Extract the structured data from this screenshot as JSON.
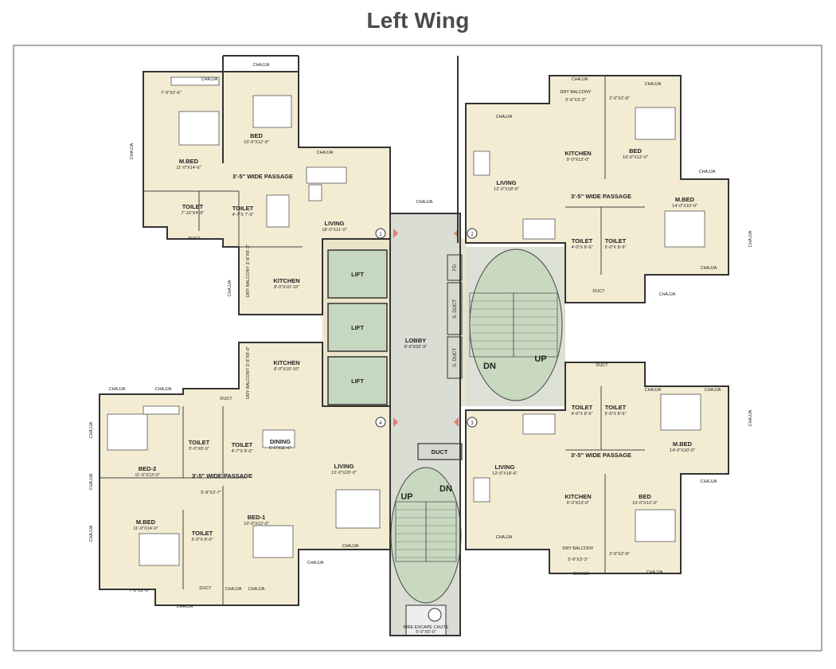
{
  "title": "Left Wing",
  "colors": {
    "floor_warm": "#f3ecd3",
    "floor_lobby": "#d9ddd3",
    "lift": "#c6d8c0",
    "wall": "#333333",
    "title": "#4a4a4a"
  },
  "core": {
    "lifts": [
      "LIFT",
      "LIFT",
      "LIFT"
    ],
    "lobby": {
      "label": "LOBBY",
      "dim": "8'-0\"X32'-9\""
    },
    "shafts": [
      "FD",
      "S. DUCT",
      "S. DUCT"
    ],
    "duct": "DUCT",
    "stair_upper": {
      "dn": "DN",
      "up": "UP"
    },
    "stair_lower": {
      "up": "UP",
      "dn": "DN"
    },
    "fire_chute": {
      "label": "FIRE ESCAPE CHUTE",
      "dim": "5'-0\"X5'-0\""
    },
    "entrances": [
      "1",
      "2",
      "3",
      "4"
    ]
  },
  "flat1": {
    "mbed": {
      "label": "M.BED",
      "dim": "11'-0\"X14'-6\""
    },
    "bed": {
      "label": "BED",
      "dim": "10'-0\"X12'-0\""
    },
    "wardrobe": "7'-0\"X2'-6\"",
    "passage": "3'-5\" WIDE PASSAGE",
    "toilet_a": {
      "label": "TOILET",
      "dim": "7'-10\"X4'-9\""
    },
    "toilet_b": {
      "label": "TOILET",
      "dim": "4'-7\"X 7'-3\""
    },
    "living": {
      "label": "LIVING",
      "dim": "18'-0\"X11'-0\""
    },
    "kitchen": {
      "label": "KITCHEN",
      "dim": "8'-0\"X10'-10\""
    },
    "dry_balcony": "DRY BALCONY 3'-6\"X8'-3\"",
    "chajja": "CHAJJA",
    "duct": "DUCT"
  },
  "flat2": {
    "dry_balcony": "DRY BALCONY",
    "dry_balcony_dim": "5'-6\"X3'-3\"",
    "wardrobe": "2'-6\"X2'-8\"",
    "kitchen": {
      "label": "KITCHEN",
      "dim": "9'-0\"X12'-0\""
    },
    "bed": {
      "label": "BED",
      "dim": "10'-0\"X12'-0\""
    },
    "living": {
      "label": "LIVING",
      "dim": "12'-0\"X18'-6\""
    },
    "passage": "3'-5\" WIDE PASSAGE",
    "mbed": {
      "label": "M.BED",
      "dim": "14'-0\"X10'-0\""
    },
    "toilet_a": {
      "label": "TOILET",
      "dim": "4'-0\"X 8'-6\""
    },
    "toilet_b": {
      "label": "TOILET",
      "dim": "5'-0\"X 8'-6\""
    },
    "duct": "DUCT"
  },
  "flat3": {
    "duct": "DUCT",
    "toilet_a": {
      "label": "TOILET",
      "dim": "4'-0\"X 8'-6\""
    },
    "toilet_b": {
      "label": "TOILET",
      "dim": "5'-0\"X 8'-6\""
    },
    "mbed": {
      "label": "M.BED",
      "dim": "14'-0\"X10'-0\""
    },
    "passage": "3'-5\" WIDE PASSAGE",
    "living": {
      "label": "LIVING",
      "dim": "12'-0\"X18'-6\""
    },
    "kitchen": {
      "label": "KITCHEN",
      "dim": "9'-0\"X13'-0\""
    },
    "bed": {
      "label": "BED",
      "dim": "10'-0\"X12'-0\""
    },
    "dry_balcony": "DRY BALCONY",
    "dry_balcony_dim": "5'-6\"X3'-3\"",
    "wardrobe": "2'-6\"X2'-8\""
  },
  "flat4": {
    "kitchen": {
      "label": "KITCHEN",
      "dim": "8'-0\"X10'-10\""
    },
    "dry_balcony": "DRY BALCONY 3'-6\"X8'-0\"",
    "duct": "DUCT",
    "bed2": {
      "label": "BED-2",
      "dim": "11'-6\"X13'-0\""
    },
    "toilet_a": {
      "label": "TOILET",
      "dim": "5'-0\"X8'-0\""
    },
    "toilet_b": {
      "label": "TOILET",
      "dim": "4'-7\"X 8'-0\""
    },
    "dining": {
      "label": "DINING",
      "dim": "5'-6\"X11'-6\""
    },
    "living": {
      "label": "LIVING",
      "dim": "12'-0\"X20'-0\""
    },
    "passage": "3'-5\" WIDE PASSAGE",
    "wardrobe_a": "5'-8\"X3'-7\"",
    "mbed": {
      "label": "M.BED",
      "dim": "11'-0\"X14'-0\""
    },
    "toilet_c": {
      "label": "TOILET",
      "dim": "5'-0\"X 8'-0\""
    },
    "bed1": {
      "label": "BED-1",
      "dim": "10'-0\"X12'-0\""
    },
    "wardrobe_b": "7'-0\"X2'-0\""
  },
  "chajja": "CHAJJA"
}
